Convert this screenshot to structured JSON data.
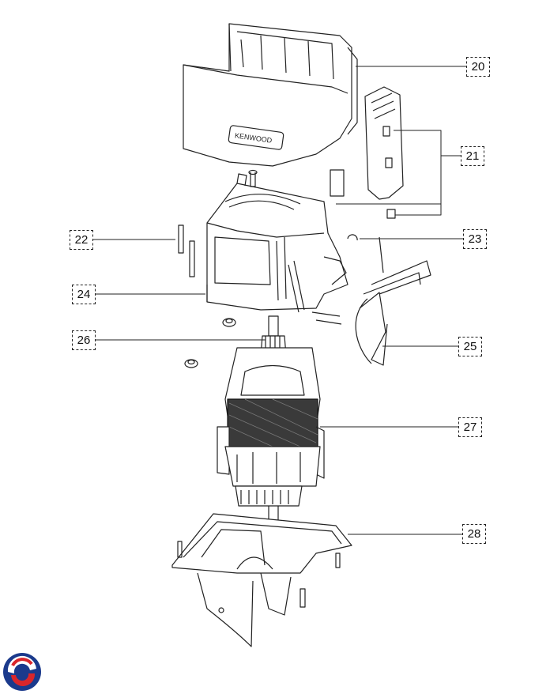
{
  "diagram": {
    "brand_text": "KENWOOD",
    "callouts": [
      {
        "id": "c20",
        "label": "20"
      },
      {
        "id": "c21",
        "label": "21"
      },
      {
        "id": "c22",
        "label": "22"
      },
      {
        "id": "c23",
        "label": "23"
      },
      {
        "id": "c24",
        "label": "24"
      },
      {
        "id": "c25",
        "label": "25"
      },
      {
        "id": "c26",
        "label": "26"
      },
      {
        "id": "c27",
        "label": "27"
      },
      {
        "id": "c28",
        "label": "28"
      }
    ]
  },
  "logo": {
    "icon": "company-logo-icon",
    "colors": [
      "#1b3a8c",
      "#d9262b"
    ]
  }
}
